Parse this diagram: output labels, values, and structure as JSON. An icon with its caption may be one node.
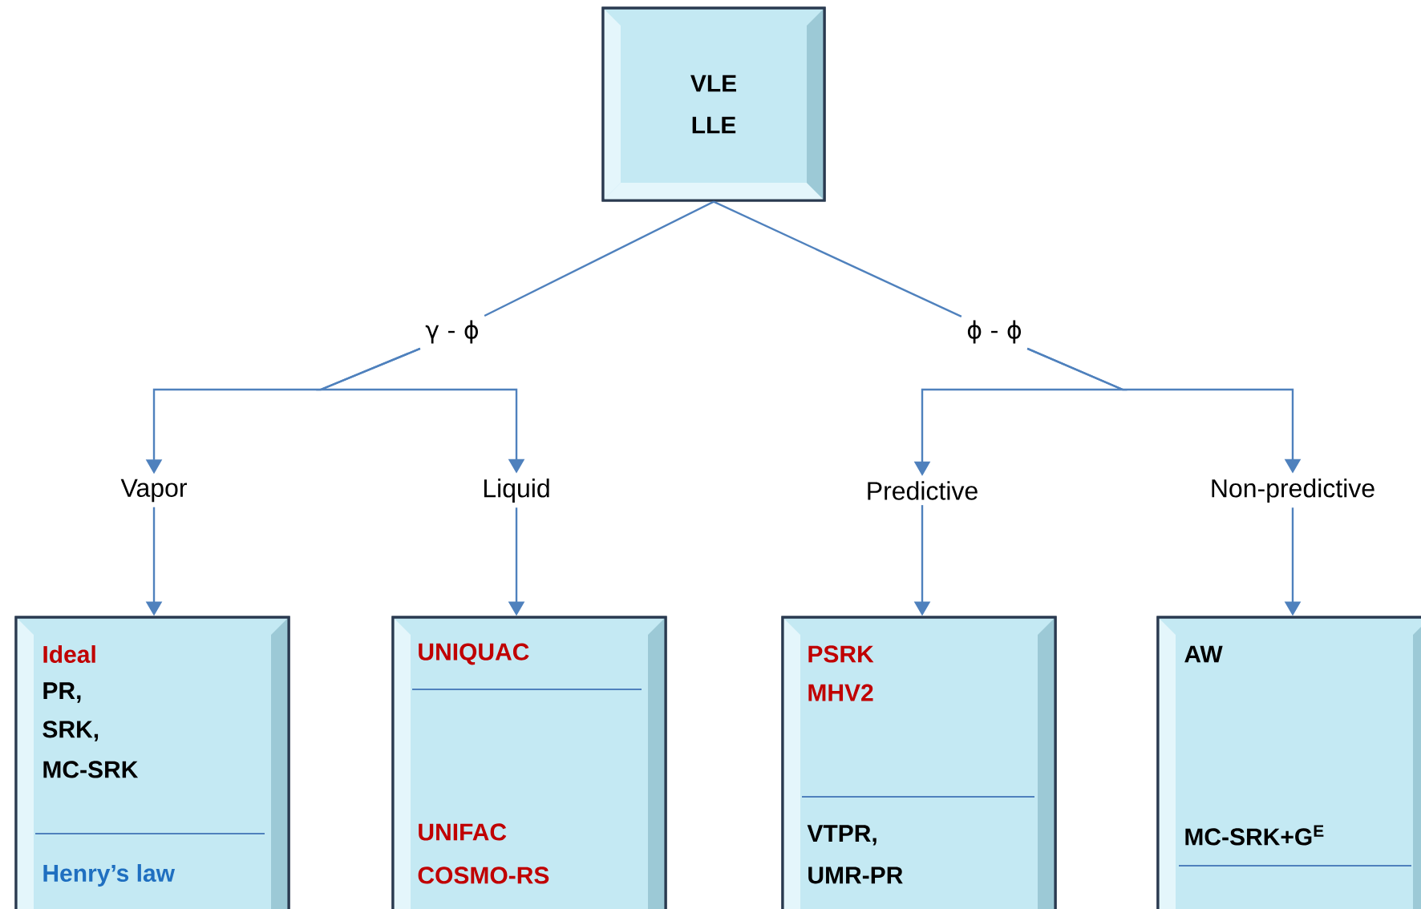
{
  "diagram": {
    "nodes": [
      {
        "text": [
          "VLE",
          "LLE"
        ]
      },
      {
        "text": [
          "γ - ϕ"
        ]
      },
      {
        "text": [
          "ϕ - ϕ"
        ]
      },
      {
        "text": [
          "Vapor"
        ]
      },
      {
        "text": [
          "Liquid"
        ]
      },
      {
        "text": [
          "Predictive"
        ]
      },
      {
        "text": [
          "Non-predictive"
        ]
      },
      {
        "text": [
          "Ideal",
          "PR,",
          "SRK,",
          "MC-SRK",
          "Henry’s law"
        ]
      },
      {
        "text": [
          "UNIQUAC",
          "UNIFAC",
          "COSMO-RS"
        ]
      },
      {
        "text": [
          "PSRK",
          "MHV2",
          "VTPR,",
          "UMR-PR"
        ]
      },
      {
        "text": [
          "AW",
          "MC-SRK+G$^{E}$"
        ]
      }
    ],
    "edges": [
      {
        "from": 0,
        "to": 1,
        "arrow": "none"
      },
      {
        "from": 0,
        "to": 2,
        "arrow": "none"
      },
      {
        "from": 1,
        "to": 3,
        "arrow": "to"
      },
      {
        "from": 1,
        "to": 4,
        "arrow": "to"
      },
      {
        "from": 2,
        "to": 5,
        "arrow": "to"
      },
      {
        "from": 2,
        "to": 6,
        "arrow": "to"
      },
      {
        "from": 3,
        "to": 7,
        "arrow": "to"
      },
      {
        "from": 4,
        "to": 8,
        "arrow": "to"
      },
      {
        "from": 5,
        "to": 9,
        "arrow": "to"
      },
      {
        "from": 6,
        "to": 10,
        "arrow": "to"
      }
    ]
  }
}
